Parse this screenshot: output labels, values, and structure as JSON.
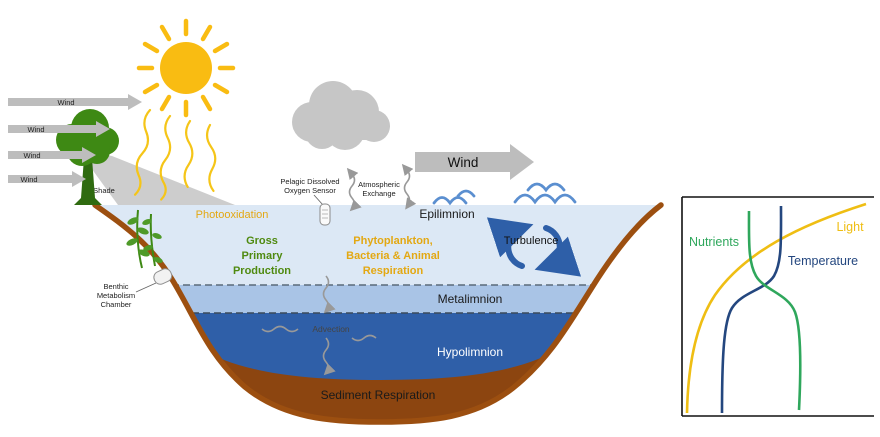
{
  "colors": {
    "sun": "#F9BC12",
    "sun_ray": "#F5C518",
    "tree_canopy": "#3E8914",
    "tree_trunk": "#2F6B10",
    "shade": "#CDCDCD",
    "cloud": "#C6C6C6",
    "wind_arrow": "#BDBDBD",
    "epilimnion_water": "#DCE8F5",
    "metalimnion_water": "#A9C4E6",
    "hypolimnion_water": "#2F5FA8",
    "sediment": "#8C4510",
    "basin_outline": "#9C4F10",
    "wave": "#5B8FD0",
    "turbulence_arrow": "#2E5FA8",
    "photooxidation_text": "#E3A812",
    "gpp_text": "#4F8A10",
    "respiration_text": "#E3A812",
    "sediment_text": "#E07B1A",
    "nutrients": "#2FA75C",
    "light": "#EFBE13",
    "temperature": "#24477F"
  },
  "diagram": {
    "wind_small": [
      "Wind",
      "Wind",
      "Wind",
      "Wind"
    ],
    "wind_large": "Wind",
    "shade": "Shade",
    "photooxidation": "Photooxidation",
    "gpp": [
      "Gross",
      "Primary",
      "Production"
    ],
    "respiration": [
      "Phytoplankton,",
      "Bacteria & Animal",
      "Respiration"
    ],
    "pelagic_sensor": [
      "Pelagic Dissolved",
      "Oxygen Sensor"
    ],
    "atmospheric_exchange": [
      "Atmospheric",
      "Exchange"
    ],
    "benthic_chamber": [
      "Benthic",
      "Metabolism",
      "Chamber"
    ],
    "epilimnion": "Epilimnion",
    "metalimnion": "Metalimnion",
    "hypolimnion": "Hypolimnion",
    "turbulence": "Turbulence",
    "advection": "Advection",
    "sediment_respiration": "Sediment Respiration"
  },
  "profile_chart": {
    "labels": {
      "nutrients": "Nutrients",
      "light": "Light",
      "temperature": "Temperature"
    },
    "series": [
      {
        "name": "Light",
        "trend": "highest at surface, decreases with depth"
      },
      {
        "name": "Temperature",
        "trend": "warm uniform epilimnion, sharp drop across metalimnion, cold hypolimnion"
      },
      {
        "name": "Nutrients",
        "trend": "low at surface, increases with depth"
      }
    ]
  }
}
